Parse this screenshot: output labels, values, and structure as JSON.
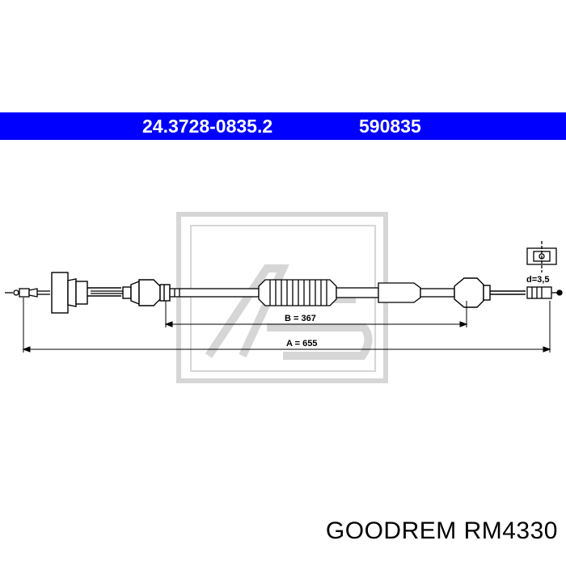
{
  "header": {
    "part_number": "24.3728-0835.2",
    "ref_number": "590835",
    "background_color": "#0000ff",
    "text_color": "#ffffff"
  },
  "drawing": {
    "dimension_b": "B = 367",
    "dimension_a": "A = 655",
    "diameter": "d=3,5",
    "watermark": "ATE logo"
  },
  "footer": {
    "text": "GOODREM RM4330"
  }
}
